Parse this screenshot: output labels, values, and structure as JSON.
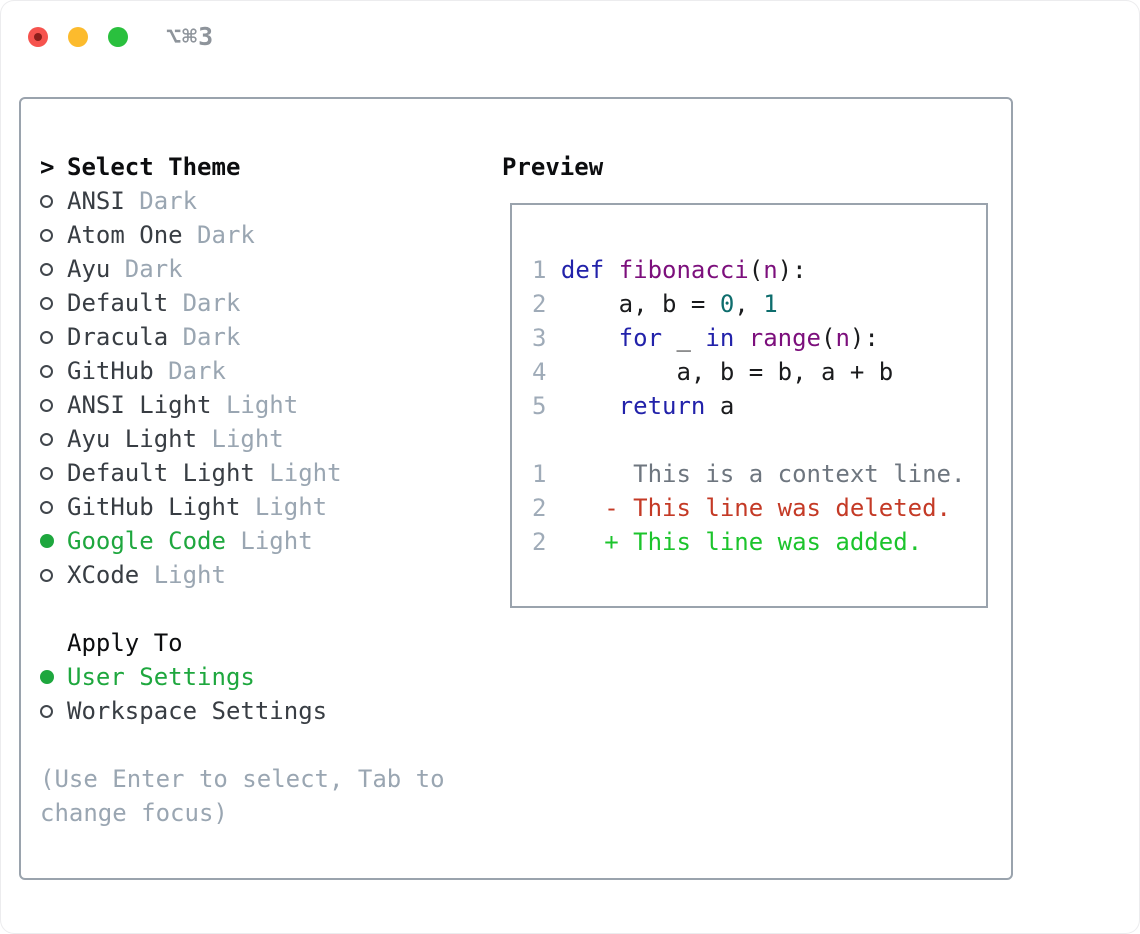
{
  "window": {
    "shortcut_label": "⌥⌘3",
    "traffic_lights": [
      "close",
      "minimize",
      "zoom"
    ]
  },
  "colors": {
    "red_light": "#f6534e",
    "red_dot": "#8c1f1b",
    "yellow_light": "#fcbb2d",
    "green_light": "#2ac03e",
    "titlebar_text": "#8e949b",
    "border": "#9aa3ad",
    "heading": "#0c0d0f",
    "text_dark": "#383d43",
    "muted": "#9aa6b2",
    "accent_green": "#1ea73e",
    "linenum": "#9fabb8",
    "code_plain": "#1a1b1d",
    "keyword": "#2222aa",
    "type": "#7c0f7c",
    "literal": "#0e6d6d",
    "context": "#6e767f",
    "deleted": "#c43a26",
    "added": "#1cc42c"
  },
  "theme_selector": {
    "arrow": ">",
    "title": "Select Theme",
    "items": [
      {
        "label": "ANSI",
        "variant": "Dark",
        "selected": false
      },
      {
        "label": "Atom One",
        "variant": "Dark",
        "selected": false
      },
      {
        "label": "Ayu",
        "variant": "Dark",
        "selected": false
      },
      {
        "label": "Default",
        "variant": "Dark",
        "selected": false
      },
      {
        "label": "Dracula",
        "variant": "Dark",
        "selected": false
      },
      {
        "label": "GitHub",
        "variant": "Dark",
        "selected": false
      },
      {
        "label": "ANSI Light",
        "variant": "Light",
        "selected": false
      },
      {
        "label": "Ayu Light",
        "variant": "Light",
        "selected": false
      },
      {
        "label": "Default Light",
        "variant": "Light",
        "selected": false
      },
      {
        "label": "GitHub Light",
        "variant": "Light",
        "selected": false
      },
      {
        "label": "Google Code",
        "variant": "Light",
        "selected": true
      },
      {
        "label": "XCode",
        "variant": "Light",
        "selected": false
      }
    ],
    "apply_to": {
      "title": "Apply To",
      "options": [
        {
          "label": "User Settings",
          "selected": true
        },
        {
          "label": "Workspace Settings",
          "selected": false
        }
      ]
    },
    "hint": "(Use Enter to select, Tab to change focus)"
  },
  "preview": {
    "title": "Preview",
    "code_lines": [
      {
        "num": "1",
        "segments": [
          [
            "def",
            "keyword"
          ],
          [
            " ",
            "plain"
          ],
          [
            "fibonacci",
            "type"
          ],
          [
            "(",
            "plain"
          ],
          [
            "n",
            "type"
          ],
          [
            "):",
            "plain"
          ]
        ]
      },
      {
        "num": "2",
        "segments": [
          [
            "    a, b = ",
            "plain"
          ],
          [
            "0",
            "literal"
          ],
          [
            ", ",
            "plain"
          ],
          [
            "1",
            "literal"
          ]
        ]
      },
      {
        "num": "3",
        "segments": [
          [
            "    ",
            "plain"
          ],
          [
            "for",
            "keyword"
          ],
          [
            " _ ",
            "plain"
          ],
          [
            "in",
            "keyword"
          ],
          [
            " ",
            "plain"
          ],
          [
            "range",
            "type"
          ],
          [
            "(",
            "plain"
          ],
          [
            "n",
            "type"
          ],
          [
            "):",
            "plain"
          ]
        ]
      },
      {
        "num": "4",
        "segments": [
          [
            "        a, b = b, a + b",
            "plain"
          ]
        ]
      },
      {
        "num": "5",
        "segments": [
          [
            "    ",
            "plain"
          ],
          [
            "return",
            "keyword"
          ],
          [
            " a",
            "plain"
          ]
        ]
      },
      {
        "num": "",
        "segments": []
      },
      {
        "num": "1",
        "segments": [
          [
            "     This is a context line.",
            "context"
          ]
        ]
      },
      {
        "num": "2",
        "segments": [
          [
            "   - This line was deleted.",
            "deleted"
          ]
        ]
      },
      {
        "num": "2",
        "segments": [
          [
            "   + This line was added.",
            "added"
          ]
        ]
      }
    ]
  }
}
